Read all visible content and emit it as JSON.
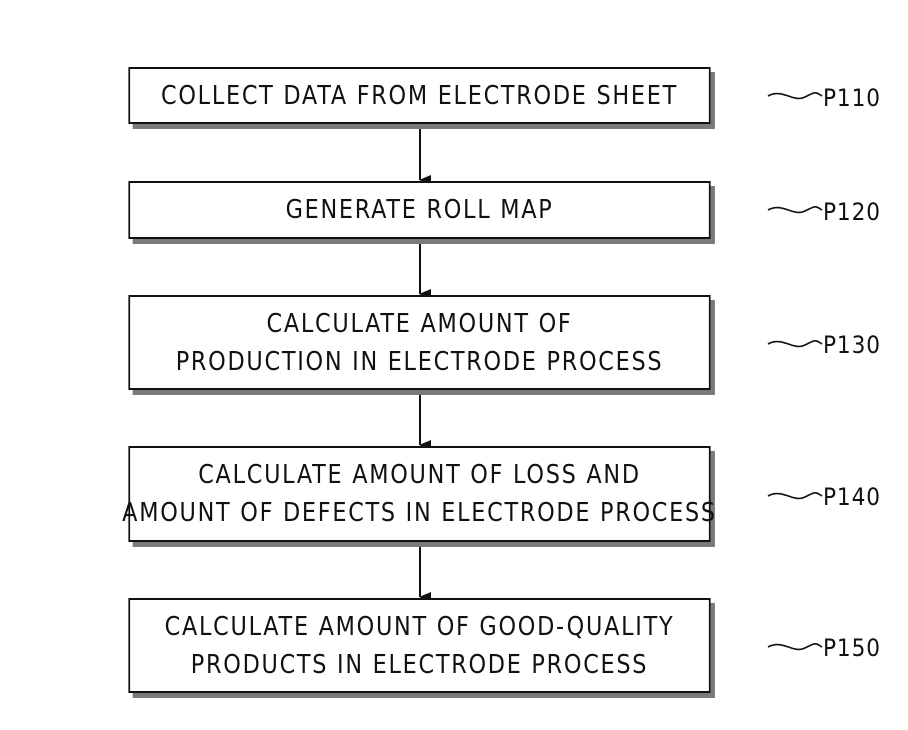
{
  "steps": [
    {
      "id": "P110",
      "lines": [
        "COLLECT DATA FROM ELECTRODE SHEET"
      ]
    },
    {
      "id": "P120",
      "lines": [
        "GENERATE ROLL MAP"
      ]
    },
    {
      "id": "P130",
      "lines": [
        "CALCULATE AMOUNT OF",
        "PRODUCTION IN ELECTRODE PROCESS"
      ]
    },
    {
      "id": "P140",
      "lines": [
        "CALCULATE AMOUNT OF LOSS AND",
        "AMOUNT OF DEFECTS IN ELECTRODE PROCESS"
      ]
    },
    {
      "id": "P150",
      "lines": [
        "CALCULATE AMOUNT OF GOOD-QUALITY",
        "PRODUCTS IN ELECTRODE PROCESS"
      ]
    }
  ]
}
